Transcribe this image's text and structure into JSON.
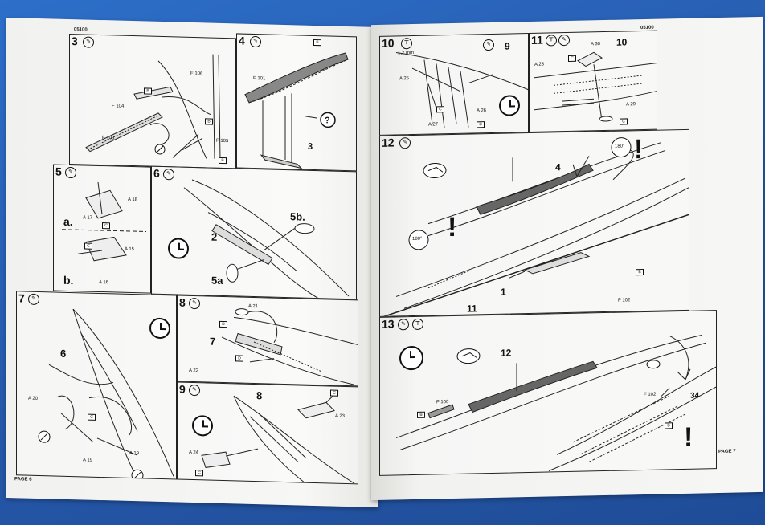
{
  "colors": {
    "background": "#2a63b8",
    "paper": "#f4f4f2",
    "ink": "#111111"
  },
  "left_page": {
    "code": "05100",
    "page_label": "PAGE 6",
    "panels": [
      {
        "step": "3",
        "labels": [
          "F 106",
          "F 104",
          "F 103",
          "F 105",
          "B",
          "B",
          "B"
        ]
      },
      {
        "step": "4",
        "labels": [
          "F 101",
          "B",
          "3"
        ]
      },
      {
        "step": "5",
        "labels": [
          "a.",
          "A 17",
          "A 18",
          "C",
          "b.",
          "C",
          "A 15",
          "A 16"
        ]
      },
      {
        "step": "6",
        "labels": [
          "2",
          "5b.",
          "5a"
        ]
      },
      {
        "step": "7",
        "labels": [
          "6",
          "A 20",
          "C",
          "A 19",
          "A 19"
        ]
      },
      {
        "step": "8",
        "labels": [
          "A 21",
          "7",
          "D",
          "D",
          "A 22"
        ]
      },
      {
        "step": "9",
        "labels": [
          "8",
          "C",
          "A 23",
          "A 24",
          "C"
        ]
      }
    ]
  },
  "right_page": {
    "code": "05100",
    "page_label": "PAGE 7",
    "panels": [
      {
        "step": "10",
        "labels": [
          "1,2 mm",
          "9",
          "A 25",
          "C",
          "A 26",
          "A 27",
          "C"
        ]
      },
      {
        "step": "11",
        "labels": [
          "10",
          "C",
          "A 30",
          "A 28",
          "A 29",
          "C"
        ]
      },
      {
        "step": "12",
        "labels": [
          "4",
          "180°",
          "180°",
          "1",
          "11",
          "B",
          "F 102"
        ]
      },
      {
        "step": "13",
        "labels": [
          "12",
          "F 100",
          "B",
          "F 102",
          "B",
          "34"
        ]
      }
    ]
  }
}
